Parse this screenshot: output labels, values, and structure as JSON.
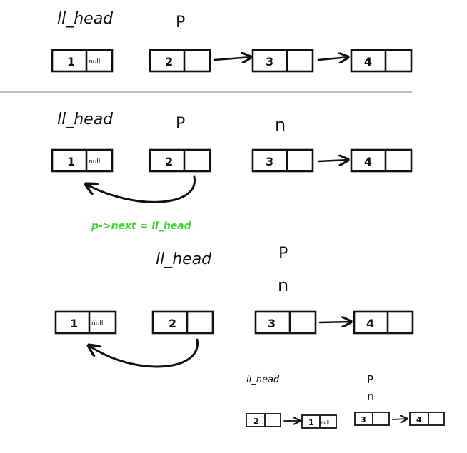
{
  "labels": {
    "head": "ll_head",
    "p": "P",
    "n": "n",
    "p_small": "P"
  },
  "nodes": {
    "v1": "1",
    "v2": "2",
    "v3": "3",
    "v4": "4",
    "null_text": "null"
  },
  "annotation": {
    "code": "p->next = ll_head"
  },
  "colors": {
    "annotation": "#3cd62c",
    "ink": "#111111"
  }
}
